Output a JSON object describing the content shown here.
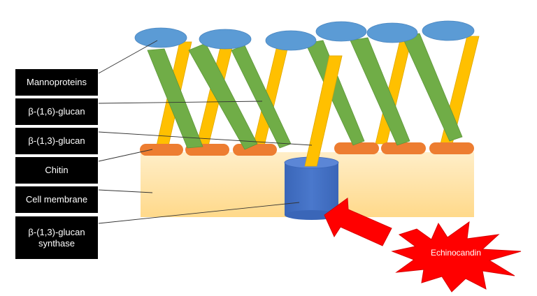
{
  "labels": {
    "mannoproteins": "Mannoproteins",
    "b16_glucan": "β-(1,6)-glucan",
    "b13_glucan": "β-(1,3)-glucan",
    "chitin": "Chitin",
    "cell_membrane": "Cell membrane",
    "synthase_line1": "β-(1,3)-glucan",
    "synthase_line2": "synthase"
  },
  "drug": {
    "label": "Echinocandin"
  },
  "colors": {
    "label_box": "#000000",
    "label_text": "#ffffff",
    "mannoprotein": "#5b9bd5",
    "b16_glucan": "#70ad47",
    "b13_glucan": "#ffc000",
    "chitin": "#ed7d31",
    "membrane_top": "#ffe7b0",
    "membrane_bottom": "#ffd98a",
    "synthase": "#4472c4",
    "arrow": "#ff0000",
    "burst": "#ff0000"
  }
}
